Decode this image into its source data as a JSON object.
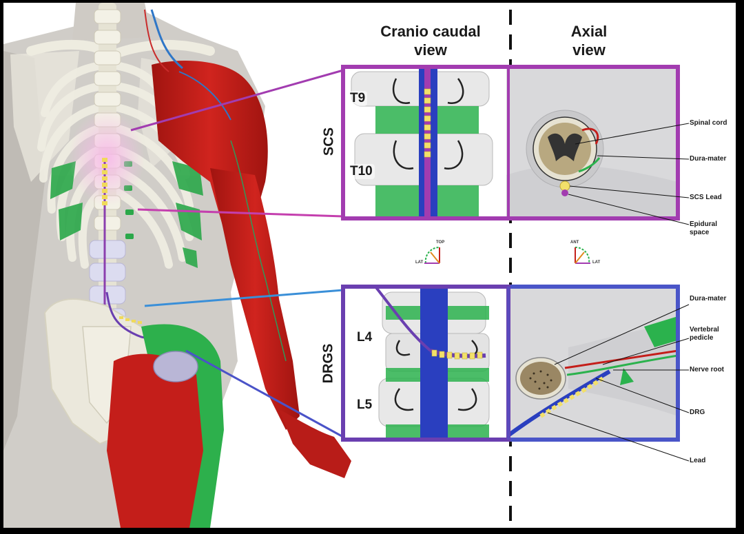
{
  "headers": {
    "cranio_caudal_line1": "Cranio caudal",
    "cranio_caudal_line2": "view",
    "axial_line1": "Axial",
    "axial_line2": "view"
  },
  "panels": {
    "scs": {
      "label": "SCS",
      "vertebra_upper": "T9",
      "vertebra_lower": "T10",
      "annotations": {
        "spinal_cord": "Spinal cord",
        "dura_mater": "Dura-mater",
        "scs_lead": "SCS Lead",
        "epidural_line1": "Epidural",
        "epidural_line2": "space"
      }
    },
    "drgs": {
      "label": "DRGS",
      "vertebra_upper": "L4",
      "vertebra_lower": "L5",
      "annotations": {
        "dura_mater": "Dura-mater",
        "vertebral_line1": "Vertebral",
        "vertebral_line2": "pedicle",
        "nerve_root": "Nerve root",
        "drg": "DRG",
        "lead": "Lead"
      }
    }
  },
  "orientation": {
    "cranio_top": "TOP",
    "cranio_lat": "LAT",
    "axial_ant": "ANT",
    "axial_lat": "LAT"
  },
  "colors": {
    "scs_frame": "#a23cb0",
    "drgs_frame_left": "#6a3fb0",
    "drgs_frame_right": "#3a6ed8",
    "muscle_red": "#c41e1a",
    "bone": "#efedde",
    "green": "#28b04a",
    "lead_yellow": "#f2e06a",
    "spinal_blue": "#2a3fbf",
    "skin": "#c9c5bf"
  }
}
